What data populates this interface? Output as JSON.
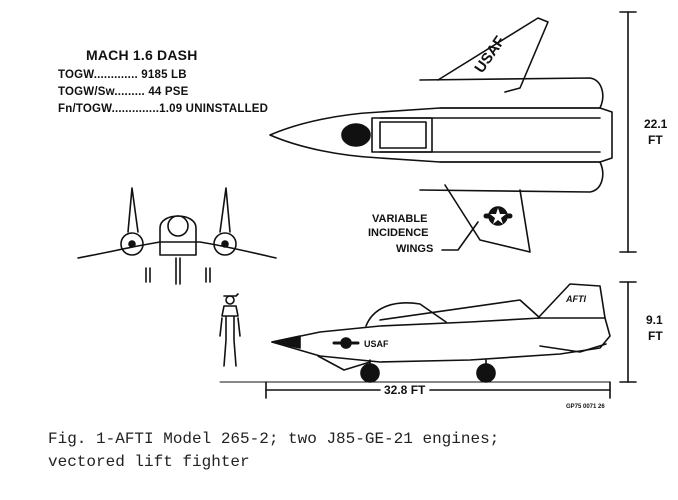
{
  "specs": {
    "heading": "MACH 1.6 DASH",
    "rows": [
      {
        "label": "TOGW",
        "leader": ".............",
        "value": "9185 LB"
      },
      {
        "label": "TOGW/Sw",
        "leader": ".........",
        "value": "44 PSE"
      },
      {
        "label": "Fn/TOGW",
        "leader": "..............",
        "value": "1.09 UNINSTALLED"
      }
    ]
  },
  "labels": {
    "span": "22.1",
    "span_unit": "FT",
    "height": "9.1",
    "height_unit": "FT",
    "length": "32.8 FT",
    "callout_line1": "VARIABLE",
    "callout_line2": "INCIDENCE",
    "callout_line3": "WINGS",
    "usaf_wing": "USAF",
    "usaf_fuselage": "USAF",
    "tail_marking": "AFTI",
    "drawing_code": "GP75 0071 26"
  },
  "caption": {
    "line1": "Fig. 1-AFTI Model 265-2; two J85-GE-21 engines;",
    "line2": "vectored lift fighter"
  }
}
